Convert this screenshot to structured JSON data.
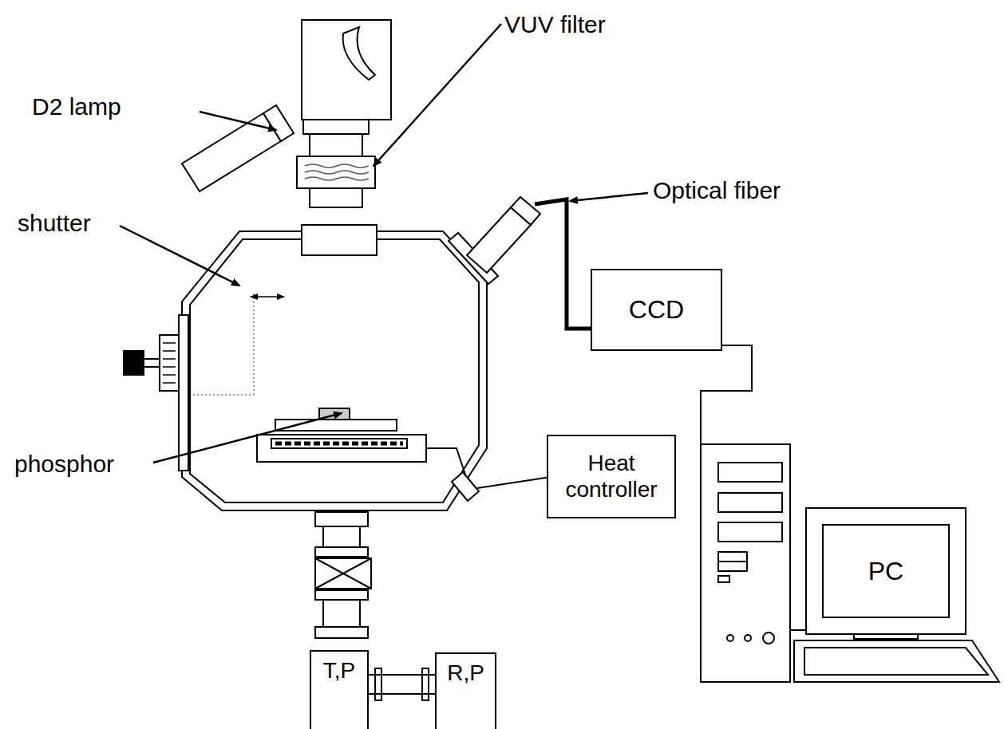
{
  "diagram": {
    "nodes": [
      {
        "text": [
          "CCD"
        ]
      },
      {
        "text": [
          "Heat controller"
        ]
      },
      {
        "text": [
          "PC"
        ]
      },
      {
        "text": [
          "T,P"
        ]
      },
      {
        "text": [
          "R,P"
        ]
      }
    ],
    "edges": [
      {
        "from": 3,
        "to": 4,
        "arrow": "none"
      }
    ],
    "labels": [
      "D2 lamp",
      "VUV filter",
      "Optical fiber",
      "shutter",
      "phosphor"
    ]
  }
}
